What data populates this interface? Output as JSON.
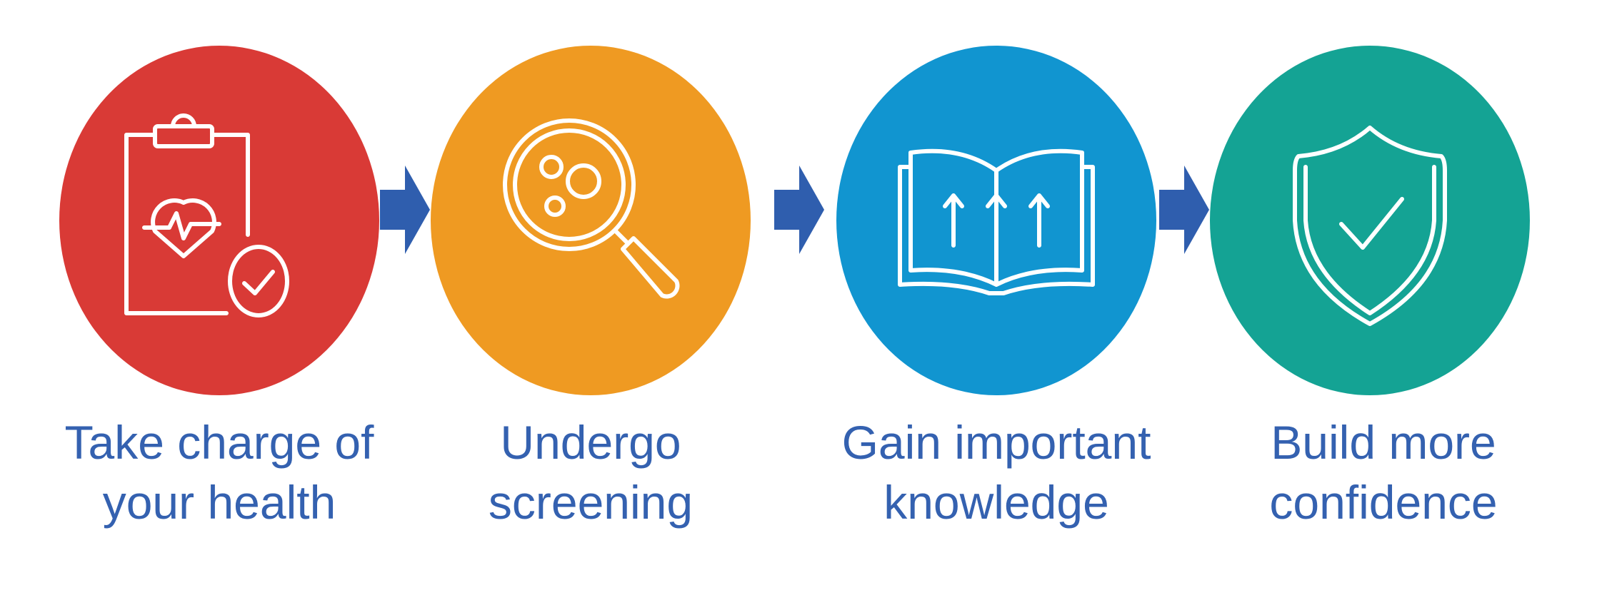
{
  "colors": {
    "step1": "#d93a36",
    "step2": "#ef9a22",
    "step3": "#1195d0",
    "step4": "#14a394",
    "arrow": "#2f5eae",
    "text": "#3461b0"
  },
  "steps": [
    {
      "icon": "clipboard-heart-check-icon",
      "line1": "Take charge of",
      "line2": "your health"
    },
    {
      "icon": "magnifying-glass-cells-icon",
      "line1": "Undergo",
      "line2": "screening"
    },
    {
      "icon": "open-book-arrows-icon",
      "line1": "Gain important",
      "line2": "knowledge"
    },
    {
      "icon": "shield-check-icon",
      "line1": "Build more",
      "line2": "confidence"
    }
  ]
}
